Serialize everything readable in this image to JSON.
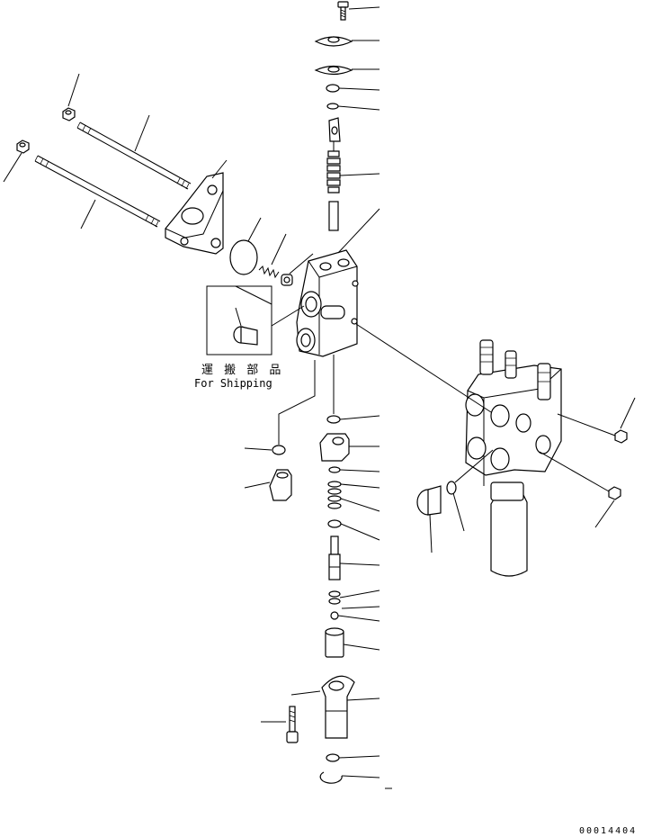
{
  "shipping_label": {
    "japanese": "運 搬 部 品",
    "english": "For Shipping"
  },
  "drawing_code": "00014404"
}
